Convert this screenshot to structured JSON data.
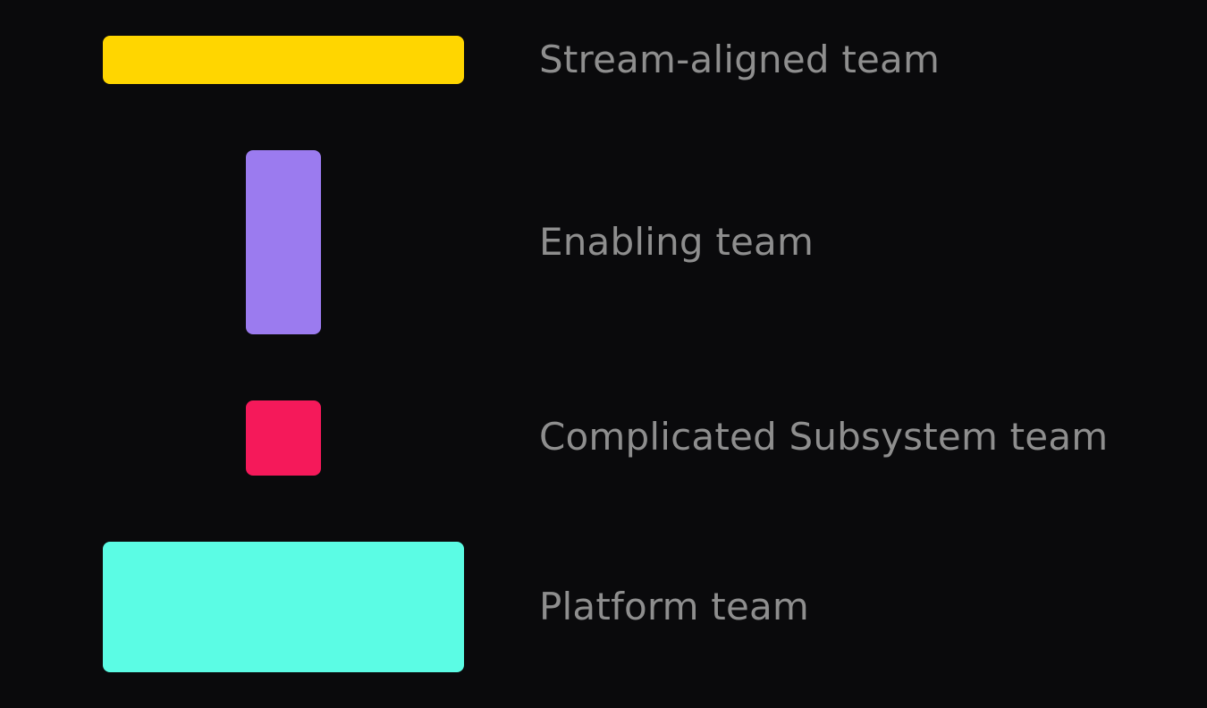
{
  "legend": {
    "items": [
      {
        "key": "stream-aligned",
        "label": "Stream-aligned team",
        "color": "#FFD600"
      },
      {
        "key": "enabling",
        "label": "Enabling team",
        "color": "#9B7BEF"
      },
      {
        "key": "complicated-subsystem",
        "label": "Complicated Subsystem team",
        "color": "#F5195A"
      },
      {
        "key": "platform",
        "label": "Platform team",
        "color": "#5BFCE4"
      }
    ]
  }
}
